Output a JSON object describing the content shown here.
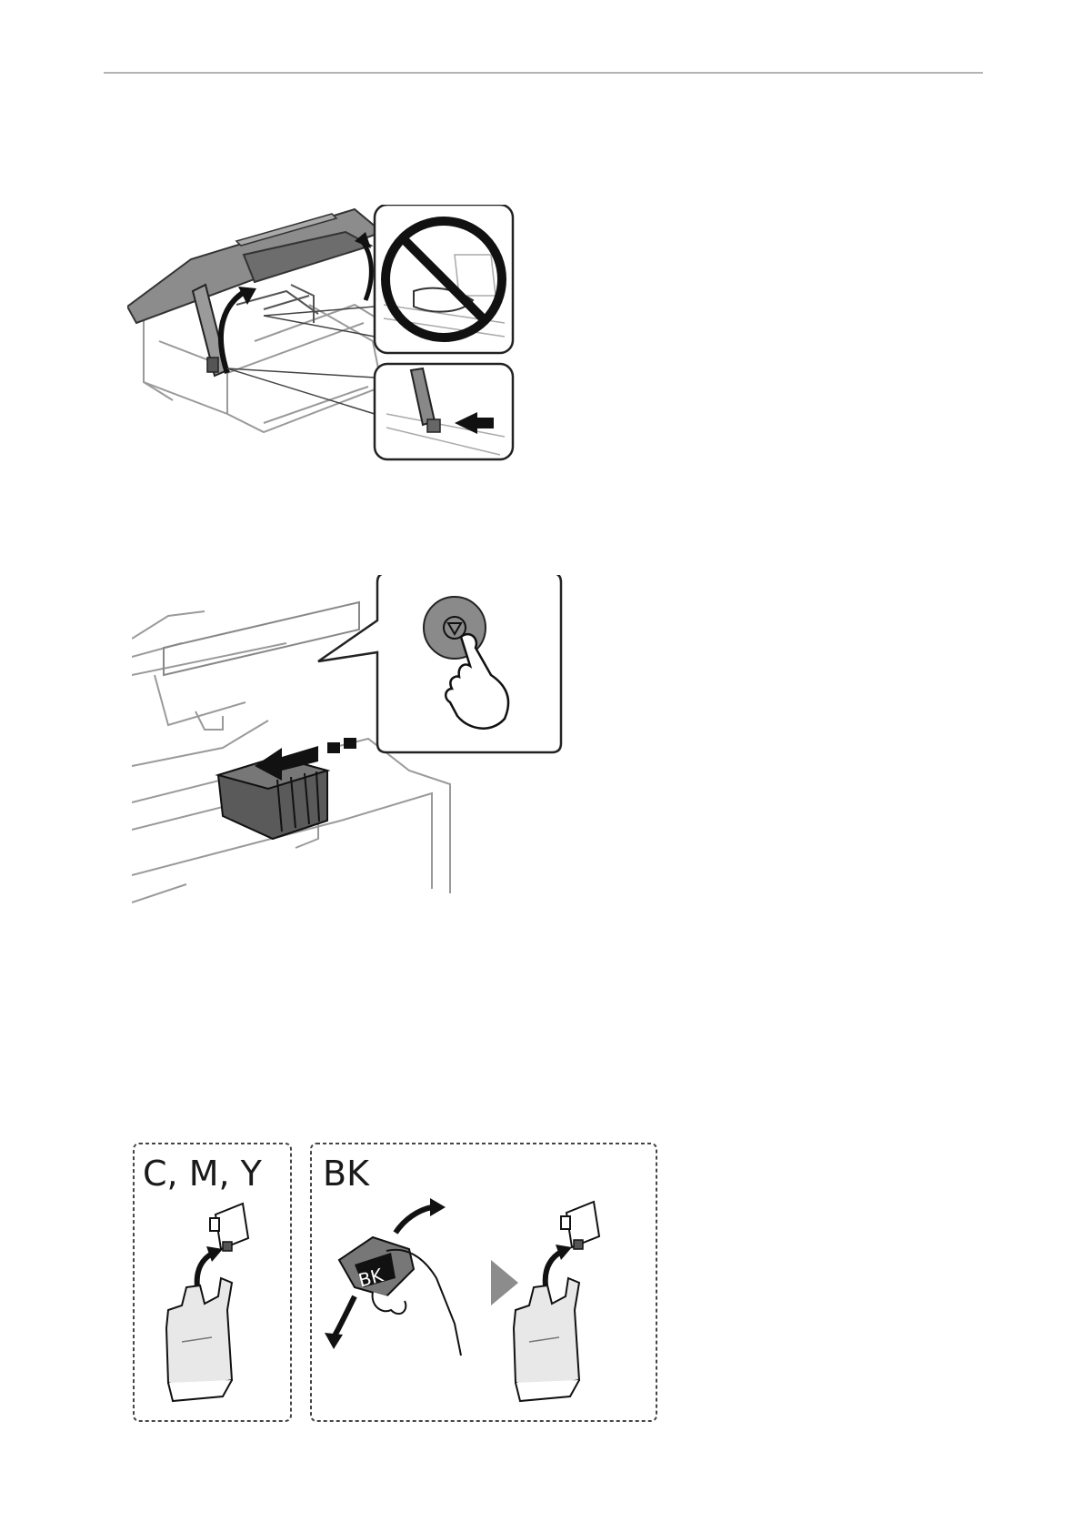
{
  "figures": {
    "remove_cartridge_step": {
      "label_left": "C, M, Y",
      "label_right": "BK",
      "cartridge_label": "BK"
    }
  }
}
